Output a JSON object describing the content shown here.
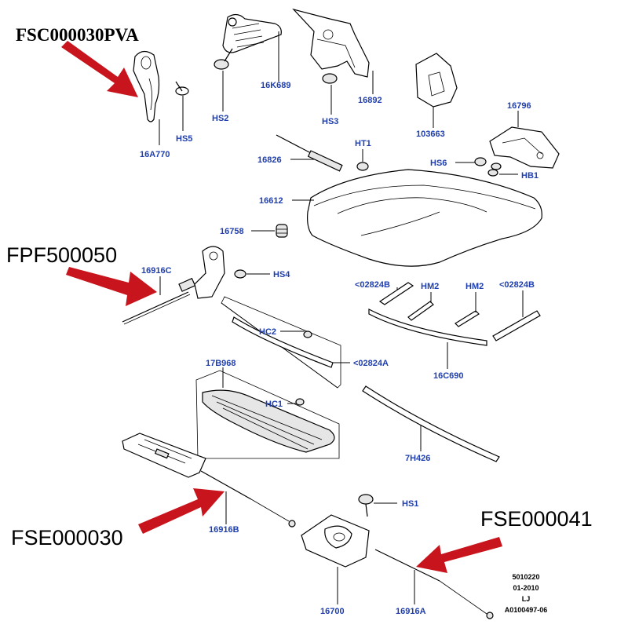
{
  "callouts": {
    "fsc000030pva": "FSC000030PVA",
    "fpf500050": "FPF500050",
    "fse000030": "FSE000030",
    "fse000041": "FSE000041"
  },
  "parts": {
    "p16a770": "16A770",
    "hs5": "HS5",
    "hs2": "HS2",
    "p16k689": "16K689",
    "hs3": "HS3",
    "p16892": "16892",
    "p103663": "103663",
    "p16796": "16796",
    "ht1": "HT1",
    "p16826": "16826",
    "hs6": "HS6",
    "hb1": "HB1",
    "p16612": "16612",
    "p16758": "16758",
    "p16916c": "16916C",
    "hs4": "HS4",
    "p02824b_left": "<02824B",
    "hm2_left": "HM2",
    "hm2_right": "HM2",
    "p02824b_right": "<02824B",
    "hc2": "HC2",
    "p02824a": "<02824A",
    "p16c690": "16C690",
    "p17b968": "17B968",
    "hc1": "HC1",
    "p7h426": "7H426",
    "hs1": "HS1",
    "p16916b": "16916B",
    "p16700": "16700",
    "p16916a": "16916A"
  },
  "stamp": {
    "line1": "5010220",
    "line2": "01-2010",
    "line3": "LJ",
    "line4": "A0100497-06"
  },
  "colors": {
    "label_blue": "#1f3fb0",
    "arrow_red": "#c8141c"
  }
}
